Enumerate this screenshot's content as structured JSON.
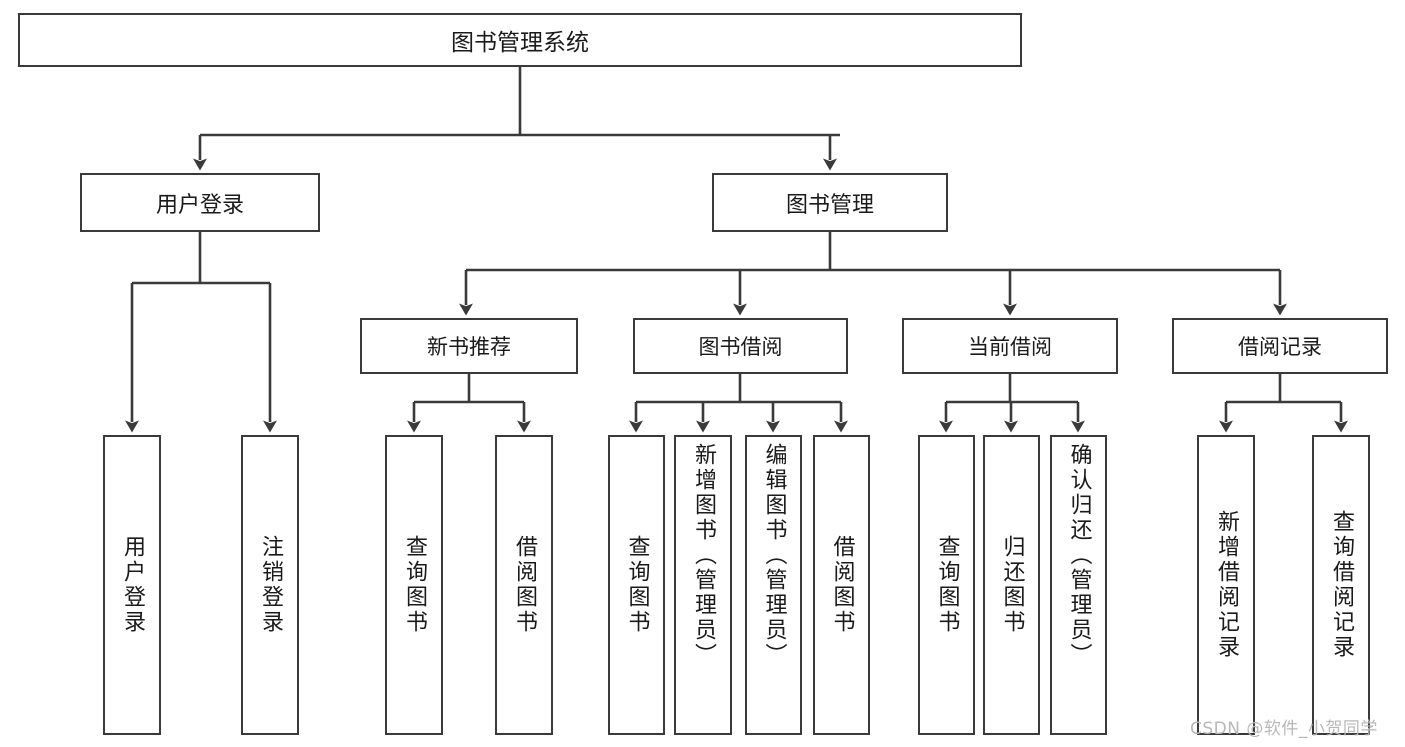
{
  "diagram": {
    "type": "tree-hierarchy",
    "title": "图书管理系统",
    "root": {
      "id": "root",
      "label": "图书管理系统"
    },
    "level2": [
      {
        "id": "user-login",
        "label": "用户登录"
      },
      {
        "id": "book-manage",
        "label": "图书管理"
      }
    ],
    "level3": [
      {
        "id": "new-book-rec",
        "label": "新书推荐"
      },
      {
        "id": "book-borrow",
        "label": "图书借阅"
      },
      {
        "id": "current-borrow",
        "label": "当前借阅"
      },
      {
        "id": "borrow-record",
        "label": "借阅记录"
      }
    ],
    "leaves": {
      "user_login": [
        {
          "id": "leaf-user-login",
          "label": "用户登录"
        },
        {
          "id": "leaf-logout",
          "label": "注销登录"
        }
      ],
      "new_book_rec": [
        {
          "id": "leaf-query-book-1",
          "label": "查询图书"
        },
        {
          "id": "leaf-borrow-book-1",
          "label": "借阅图书"
        }
      ],
      "book_borrow": [
        {
          "id": "leaf-query-book-2",
          "label": "查询图书"
        },
        {
          "id": "leaf-add-book",
          "label": "新增图书（管理员）"
        },
        {
          "id": "leaf-edit-book",
          "label": "编辑图书（管理员）"
        },
        {
          "id": "leaf-borrow-book-2",
          "label": "借阅图书"
        }
      ],
      "current_borrow": [
        {
          "id": "leaf-query-book-3",
          "label": "查询图书"
        },
        {
          "id": "leaf-return-book",
          "label": "归还图书"
        },
        {
          "id": "leaf-confirm-return",
          "label": "确认归还（管理员）"
        }
      ],
      "borrow_record": [
        {
          "id": "leaf-add-record",
          "label": "新增借阅记录"
        },
        {
          "id": "leaf-query-record",
          "label": "查询借阅记录"
        }
      ]
    }
  },
  "watermark": {
    "text": "CSDN @软件_小贺同学"
  },
  "colors": {
    "stroke": "#3a3a3a",
    "background": "#ffffff",
    "text": "#1a1a1a",
    "watermark": "#b8b8b8"
  }
}
